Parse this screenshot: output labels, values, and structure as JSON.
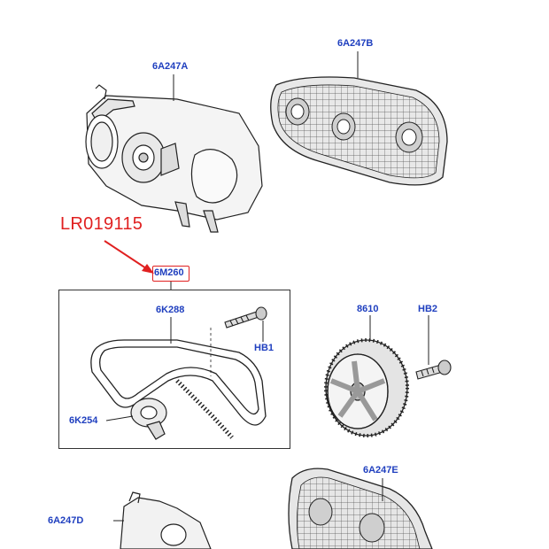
{
  "callouts": {
    "lr_part": "LR019115",
    "kit": "6M260",
    "belt": "6K288",
    "bolt_hb1": "HB1",
    "tensioner": "6K254",
    "sprocket": "8610",
    "bolt_hb2": "HB2",
    "upper_front_cover": "6A247A",
    "upper_rear_cover": "6A247B",
    "lower_rear_cover": "6A247E",
    "lower_front_cover": "6A247D"
  },
  "colors": {
    "callout_blue": "#1f3fbf",
    "highlight_red": "#e02020",
    "line": "#222222"
  }
}
